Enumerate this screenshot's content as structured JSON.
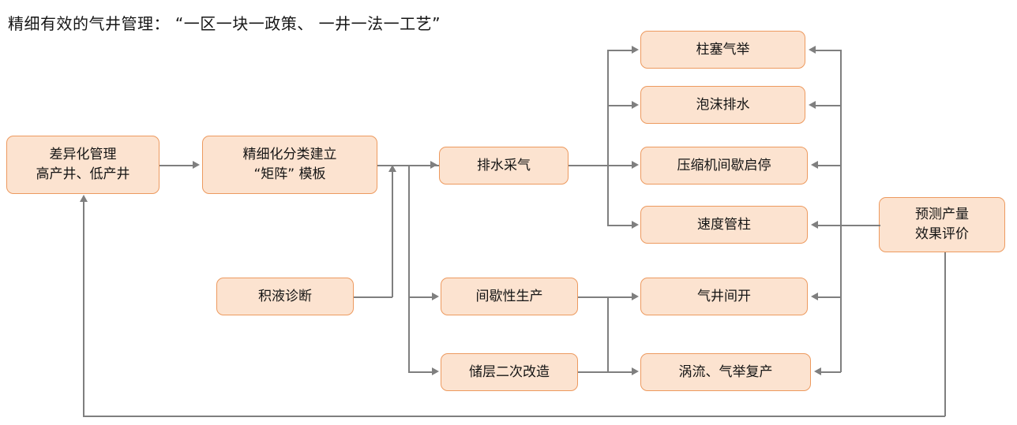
{
  "title": "精细有效的气井管理： “一区一块一政策、 一井一法一工艺”",
  "theme": {
    "node_fill": "#fce3d0",
    "node_border": "#ed9a5f",
    "connector": "#7f7f7f",
    "text": "#141414",
    "background": "#ffffff"
  },
  "nodes": {
    "differentiated_management": "差异化管理\n高产井、低产井",
    "refined_classification": "精细化分类建立\n“矩阵” 模板",
    "liquid_loading_diagnosis": "积液诊断",
    "drainage_gas_recovery": "排水采气",
    "intermittent_production": "间歇性生产",
    "reservoir_restimulation": "储层二次改造",
    "plunger_gas_lift": "柱塞气举",
    "foam_drainage": "泡沫排水",
    "compressor_intermittent": "压缩机间歇启停",
    "velocity_string": "速度管柱",
    "gas_well_intermittent_open": "气井间开",
    "vortex_gas_lift_restore": "涡流、气举复产",
    "production_forecast_evaluation": "预测产量\n效果评价"
  }
}
